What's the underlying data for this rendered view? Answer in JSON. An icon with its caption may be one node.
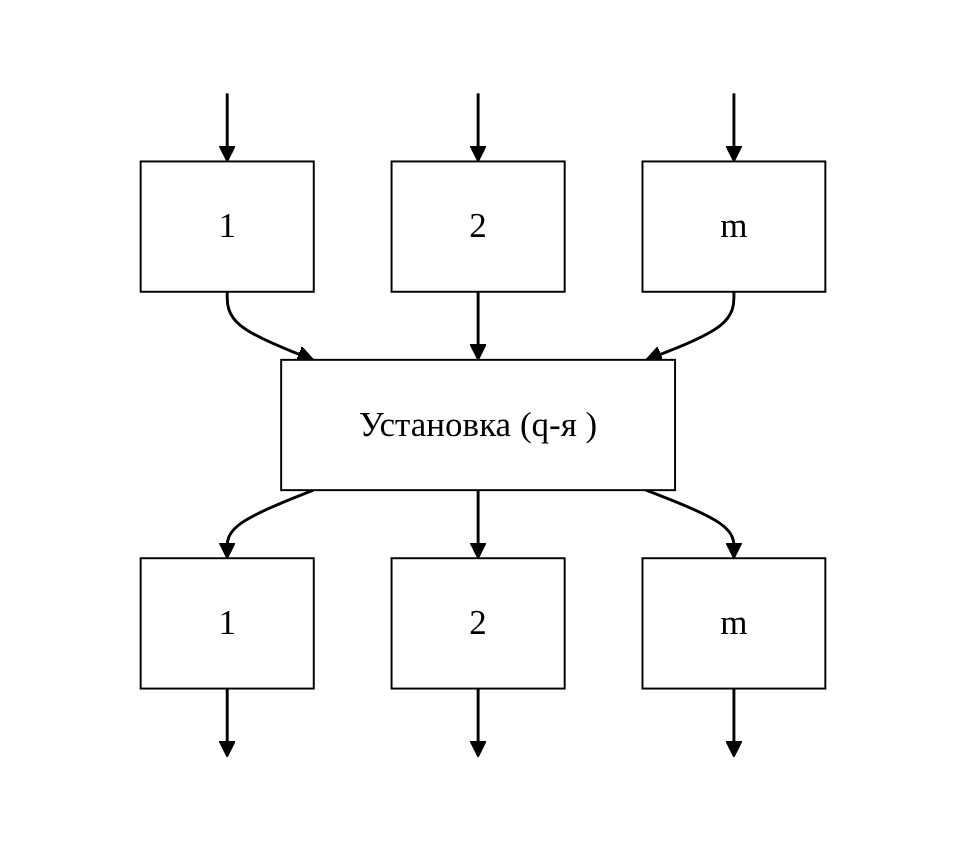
{
  "diagram": {
    "nodes": [
      {
        "text": [
          "1"
        ]
      },
      {
        "text": [
          "2"
        ]
      },
      {
        "text": [
          "m"
        ]
      },
      {
        "text": [
          "Установка (q-я )"
        ]
      },
      {
        "text": [
          "1"
        ]
      },
      {
        "text": [
          "2"
        ]
      },
      {
        "text": [
          "m"
        ]
      }
    ],
    "edges": [
      {
        "from": null,
        "to": 0,
        "arrow": "to"
      },
      {
        "from": null,
        "to": 1,
        "arrow": "to"
      },
      {
        "from": null,
        "to": 2,
        "arrow": "to"
      },
      {
        "from": 0,
        "to": 3,
        "arrow": "to"
      },
      {
        "from": 1,
        "to": 3,
        "arrow": "to"
      },
      {
        "from": 2,
        "to": 3,
        "arrow": "to"
      },
      {
        "from": 3,
        "to": 4,
        "arrow": "to"
      },
      {
        "from": 3,
        "to": 5,
        "arrow": "to"
      },
      {
        "from": 3,
        "to": 6,
        "arrow": "to"
      },
      {
        "from": 4,
        "to": null,
        "arrow": "to"
      },
      {
        "from": 5,
        "to": null,
        "arrow": "to"
      },
      {
        "from": 6,
        "to": null,
        "arrow": "to"
      }
    ]
  }
}
